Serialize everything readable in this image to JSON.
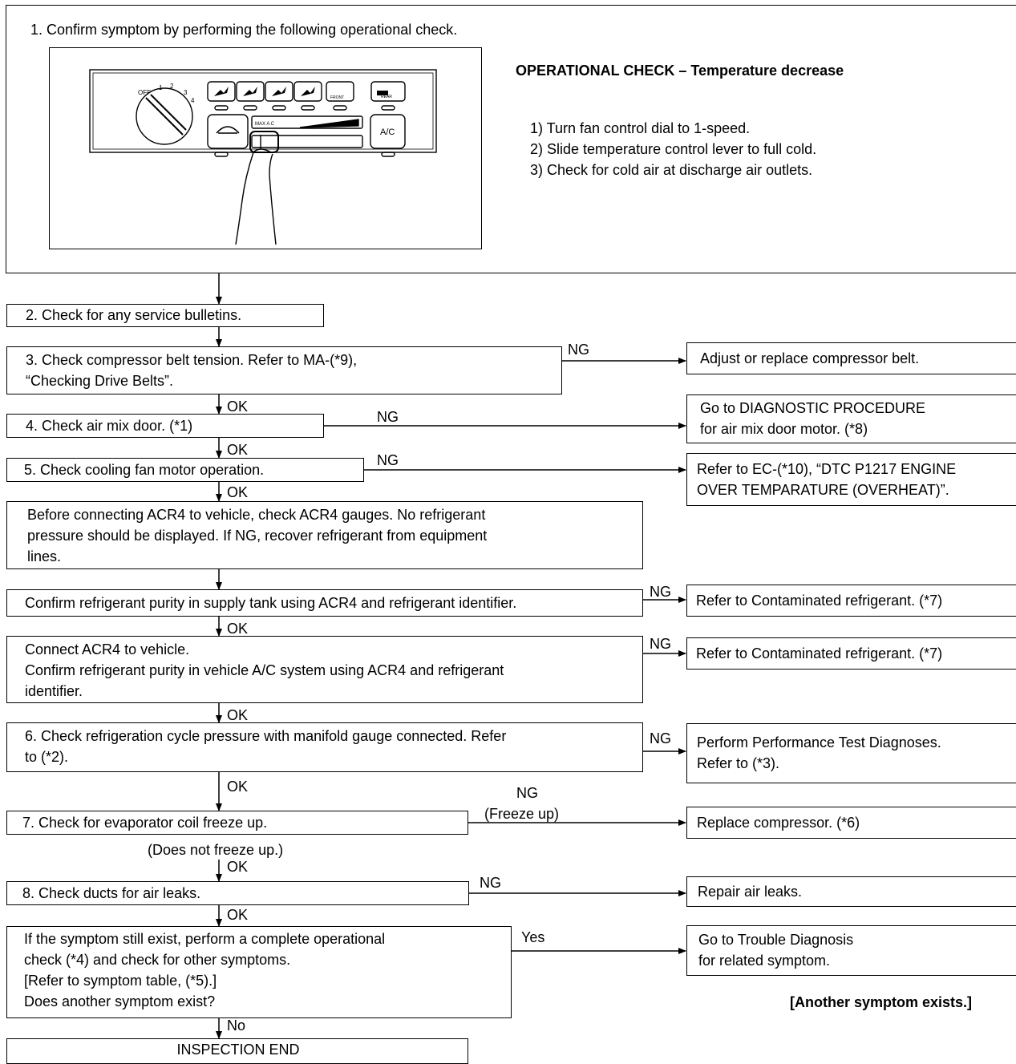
{
  "step1": {
    "title": "1. Confirm symptom by performing the following operational check.",
    "check_title": "OPERATIONAL CHECK – Temperature decrease",
    "check_steps": [
      "1) Turn fan control dial to 1-speed.",
      "2) Slide temperature control lever to full cold.",
      "3) Check for cold air at discharge air outlets."
    ],
    "panel": {
      "dial_labels": [
        "OFF",
        "1",
        "2",
        "3",
        "4"
      ],
      "max_ac_label": "MAX A C",
      "ac_label": "A/C",
      "front_label": "FRONT",
      "rear_label": "REAR"
    }
  },
  "boxes": {
    "b2": "2. Check for any service bulletins.",
    "b3": "3. Check compressor belt tension. Refer to MA-(*9),\n    “Checking Drive Belts”.",
    "b3_ng": "Adjust or replace compressor belt.",
    "b4": "4. Check air mix door. (*1)",
    "b4_ng": "Go to DIAGNOSTIC PROCEDURE\nfor air mix door motor. (*8)",
    "b5": "5. Check cooling fan motor operation.",
    "b5_ng": "Refer to EC-(*10), “DTC P1217 ENGINE\nOVER TEMPARATURE (OVERHEAT)”.",
    "acr4": "Before connecting ACR4 to vehicle, check ACR4 gauges. No refrigerant\npressure should be displayed. If NG, recover refrigerant from equipment\nlines.",
    "purity_tank": "Confirm refrigerant purity in supply tank using ACR4 and refrigerant identifier.",
    "purity_tank_ng": "Refer to Contaminated refrigerant. (*7)",
    "purity_vehicle": "Connect ACR4 to vehicle.\nConfirm refrigerant purity in vehicle A/C system using ACR4 and refrigerant\nidentifier.",
    "purity_vehicle_ng": "Refer to Contaminated refrigerant. (*7)",
    "b6": "6. Check refrigeration cycle pressure with manifold gauge connected. Refer\n    to (*2).",
    "b6_ng": "Perform Performance Test Diagnoses.\nRefer to (*3).",
    "b7": "7. Check for evaporator coil freeze up.",
    "b7_ng": "Replace compressor. (*6)",
    "b8": "8. Check ducts for air leaks.",
    "b8_ng": "Repair air leaks.",
    "final_q": "If the symptom still exist, perform a complete operational\ncheck (*4) and check for other symptoms.\n[Refer to symptom table, (*5).]\nDoes another symptom exist?",
    "final_yes": "Go to Trouble Diagnosis\nfor related symptom.",
    "end": "INSPECTION END"
  },
  "labels": {
    "ng": "NG",
    "ok": "OK",
    "yes": "Yes",
    "no": "No",
    "freeze_up": "(Freeze up)",
    "not_freeze": "(Does not freeze up.)",
    "another_symptom": "[Another symptom exists.]"
  }
}
